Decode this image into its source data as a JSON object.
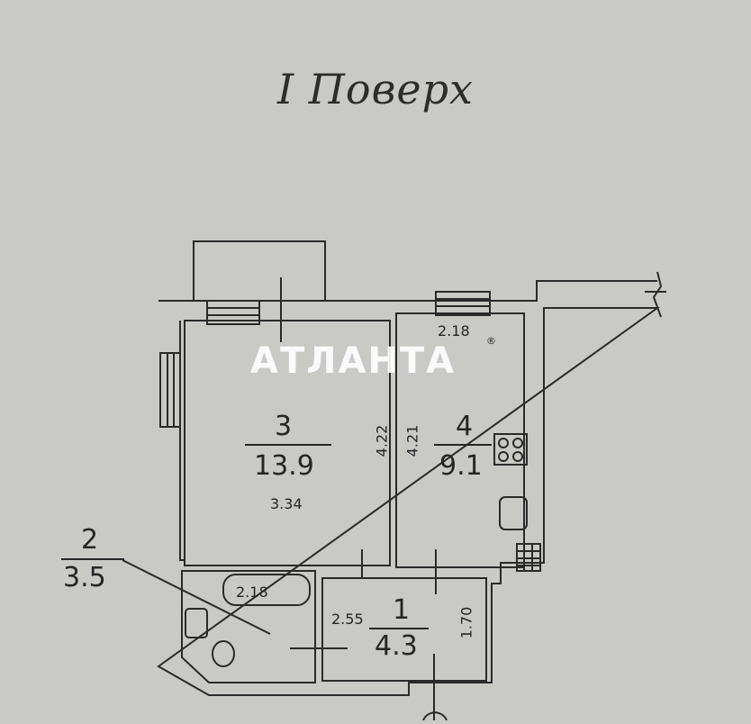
{
  "title": "I Поверх",
  "watermark": "АТЛАНТА",
  "watermark_mark": "®",
  "rooms": [
    {
      "number": "1",
      "area": "4.3"
    },
    {
      "number": "2",
      "area": "3.5"
    },
    {
      "number": "3",
      "area": "13.9"
    },
    {
      "number": "4",
      "area": "9.1"
    }
  ],
  "dimensions": {
    "room3_width": "3.34",
    "room3_depth": "4.22",
    "room4_depth": "4.21",
    "room4_width": "2.18",
    "bath_width": "2.18",
    "hall_width": "2.55",
    "hall_depth": "1.70"
  },
  "colors": {
    "background": "#c9cac6",
    "lines": "#2a2a2a"
  }
}
